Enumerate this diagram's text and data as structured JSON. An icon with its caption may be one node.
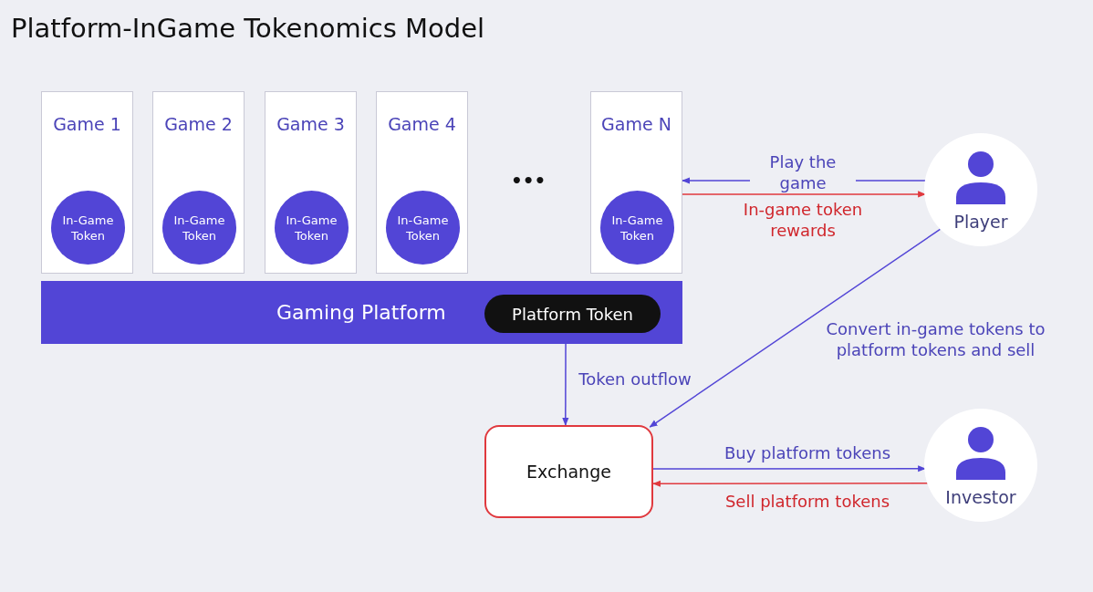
{
  "diagram": {
    "title": "Platform-InGame Tokenomics Model",
    "nodes": [
      {
        "text": [
          "Game 1"
        ]
      },
      {
        "text": [
          "In-Game Token"
        ],
        "in": 0
      },
      {
        "text": [
          "Game 2"
        ]
      },
      {
        "text": [
          "In-Game Token"
        ],
        "in": 2
      },
      {
        "text": [
          "Game 3"
        ]
      },
      {
        "text": [
          "In-Game Token"
        ],
        "in": 4
      },
      {
        "text": [
          "Game 4"
        ]
      },
      {
        "text": [
          "In-Game Token"
        ],
        "in": 6
      },
      {
        "text": [
          "Game N"
        ]
      },
      {
        "text": [
          "In-Game Token"
        ],
        "in": 8
      },
      {
        "text": [
          "Gaming Platform"
        ]
      },
      {
        "text": [
          "Platform Token"
        ],
        "in": 10
      },
      {
        "text": [
          "Player"
        ]
      },
      {
        "text": [
          "Exchange"
        ]
      },
      {
        "text": [
          "Investor"
        ]
      }
    ],
    "edges": [
      {
        "from": 12,
        "to": 8,
        "arrow": "to",
        "label": "Play the game"
      },
      {
        "from": 8,
        "to": 12,
        "arrow": "to",
        "label": "In-game token rewards",
        "color": "#e0393e"
      },
      {
        "from": 10,
        "to": 13,
        "arrow": "to",
        "label": "Token outflow"
      },
      {
        "from": 12,
        "to": 13,
        "arrow": "to",
        "label": "Convert in-game tokens to platform tokens and sell"
      },
      {
        "from": 13,
        "to": 14,
        "arrow": "to",
        "label": "Buy platform tokens"
      },
      {
        "from": 14,
        "to": 13,
        "arrow": "to",
        "label": "Sell platform tokens",
        "color": "#e0393e"
      }
    ],
    "labels": [
      "•••"
    ]
  }
}
